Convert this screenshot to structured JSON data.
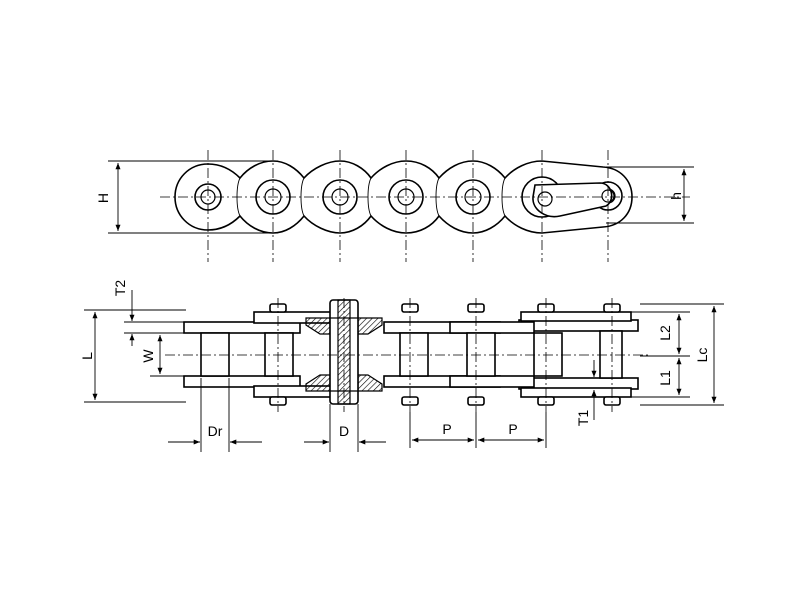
{
  "diagram": {
    "labels": {
      "H": "H",
      "h": "h",
      "T2": "T2",
      "L": "L",
      "W": "W",
      "L2": "L2",
      "Lc": "Lc",
      "L1": "L1",
      "T1": "T1",
      "Dr": "Dr",
      "D": "D",
      "P1": "P",
      "P2": "P"
    }
  }
}
